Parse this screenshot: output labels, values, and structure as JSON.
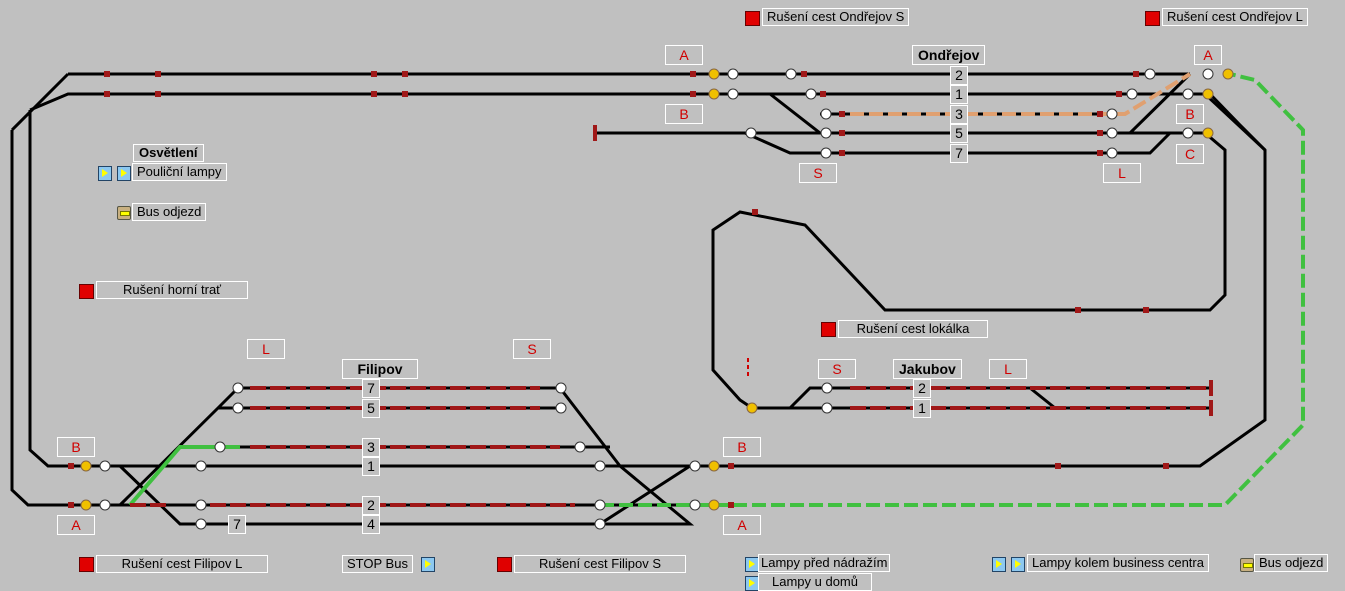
{
  "controls": {
    "cancel_ondrejov_s": "Rušení cest Ondřejov S",
    "cancel_ondrejov_l": "Rušení cest Ondřejov L",
    "cancel_upper_line": "Rušení horní trať",
    "cancel_lokalka": "Rušení cest lokálka",
    "cancel_filipov_l": "Rušení cest Filipov L",
    "cancel_filipov_s": "Rušení cest Filipov S",
    "stop_bus": "STOP Bus"
  },
  "lighting": {
    "title": "Osvětlení",
    "street_lamps": "Pouliční lampy",
    "bus_departure": "Bus odjezd"
  },
  "bottom_lights": {
    "station_lamps": "Lampy před nádražím",
    "house_lamps": "Lampy u domů",
    "business_lamps": "Lampy kolem business centra",
    "bus_departure": "Bus odjezd"
  },
  "stations": {
    "ondrejov": {
      "name": "Ondřejov",
      "tracks": [
        "2",
        "1",
        "3",
        "5",
        "7"
      ],
      "labels": {
        "a_left": "A",
        "b_left": "B",
        "s": "S",
        "l": "L",
        "a_right": "A",
        "b_right": "B",
        "c_right": "C"
      }
    },
    "filipov": {
      "name": "Filipov",
      "tracks": [
        "7",
        "5",
        "3",
        "1",
        "2",
        "4"
      ],
      "spur": "7",
      "labels": {
        "l": "L",
        "s": "S",
        "b_left": "B",
        "a_left": "A",
        "b_right": "B",
        "a_right": "A"
      }
    },
    "jakubov": {
      "name": "Jakubov",
      "tracks": [
        "2",
        "1"
      ],
      "labels": {
        "s": "S",
        "l": "L"
      }
    }
  },
  "colors": {
    "background": "#c0c0c0",
    "track": "#000000",
    "occupied": "#a01818",
    "route_set": "#40c040",
    "shunt": "#e0a070",
    "switch": "#ffff60",
    "signal_yellow": "#f0c000"
  }
}
